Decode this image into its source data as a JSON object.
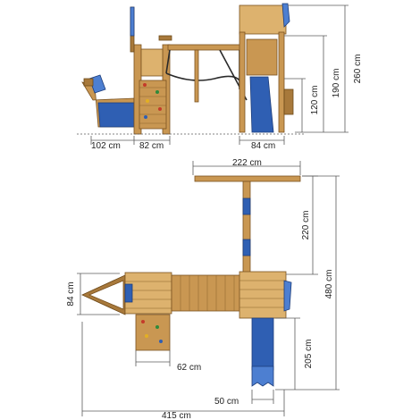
{
  "dimensions": {
    "side_width_boat": "102 cm",
    "side_width_climb": "82 cm",
    "side_width_slide": "84 cm",
    "height_platform": "120 cm",
    "height_roof": "190 cm",
    "height_total": "260 cm",
    "top_swing_width": "222 cm",
    "top_swing_length": "220 cm",
    "top_total_length": "480 cm",
    "top_boat_width": "84 cm",
    "top_climb_width": "62 cm",
    "top_slide_length": "205 cm",
    "top_slide_width": "50 cm",
    "top_total_width": "415 cm"
  },
  "colors": {
    "wood": "#c99752",
    "blue": "#2f5fb3",
    "line": "#5b5b5b"
  }
}
